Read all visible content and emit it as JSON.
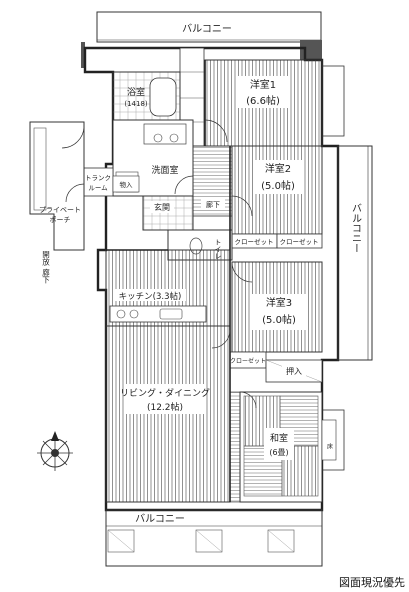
{
  "rooms": {
    "balcony_top": "バルコニー",
    "western1_name": "洋室1",
    "western1_size": "(6.6帖)",
    "western2_name": "洋室2",
    "western2_size": "(5.0帖)",
    "western3_name": "洋室3",
    "western3_size": "(5.0帖)",
    "balcony_right": "バルコニー",
    "bath_name": "浴室",
    "bath_size": "(1418)",
    "washroom": "洗面室",
    "entrance": "玄関",
    "toilet": "トイレ",
    "closet_a": "クローゼット",
    "closet_b": "クローゼット",
    "closet_c": "クローゼット",
    "kitchen": "キッチン(3.3帖)",
    "ldk_name": "リビング・ダイニング",
    "ldk_size": "(12.2帖)",
    "oshiire": "押入",
    "washitsu_name": "和室",
    "washitsu_size": "(6畳)",
    "balcony_bottom": "バルコニー",
    "private_porch_1": "プライベート",
    "private_porch_2": "ポーチ",
    "trunk_room_1": "トランク",
    "trunk_room_2": "ルーム",
    "shoe_rack": "物入",
    "corridor_1": "開放",
    "corridor_2": "廊下",
    "hall": "廊下",
    "tokobashira": "床"
  },
  "caption": "図面現況優先",
  "colors": {
    "line": "#333333",
    "fill": "#ffffff",
    "hatch": "#555555"
  },
  "icons": {
    "compass": "compass-rose-icon"
  }
}
